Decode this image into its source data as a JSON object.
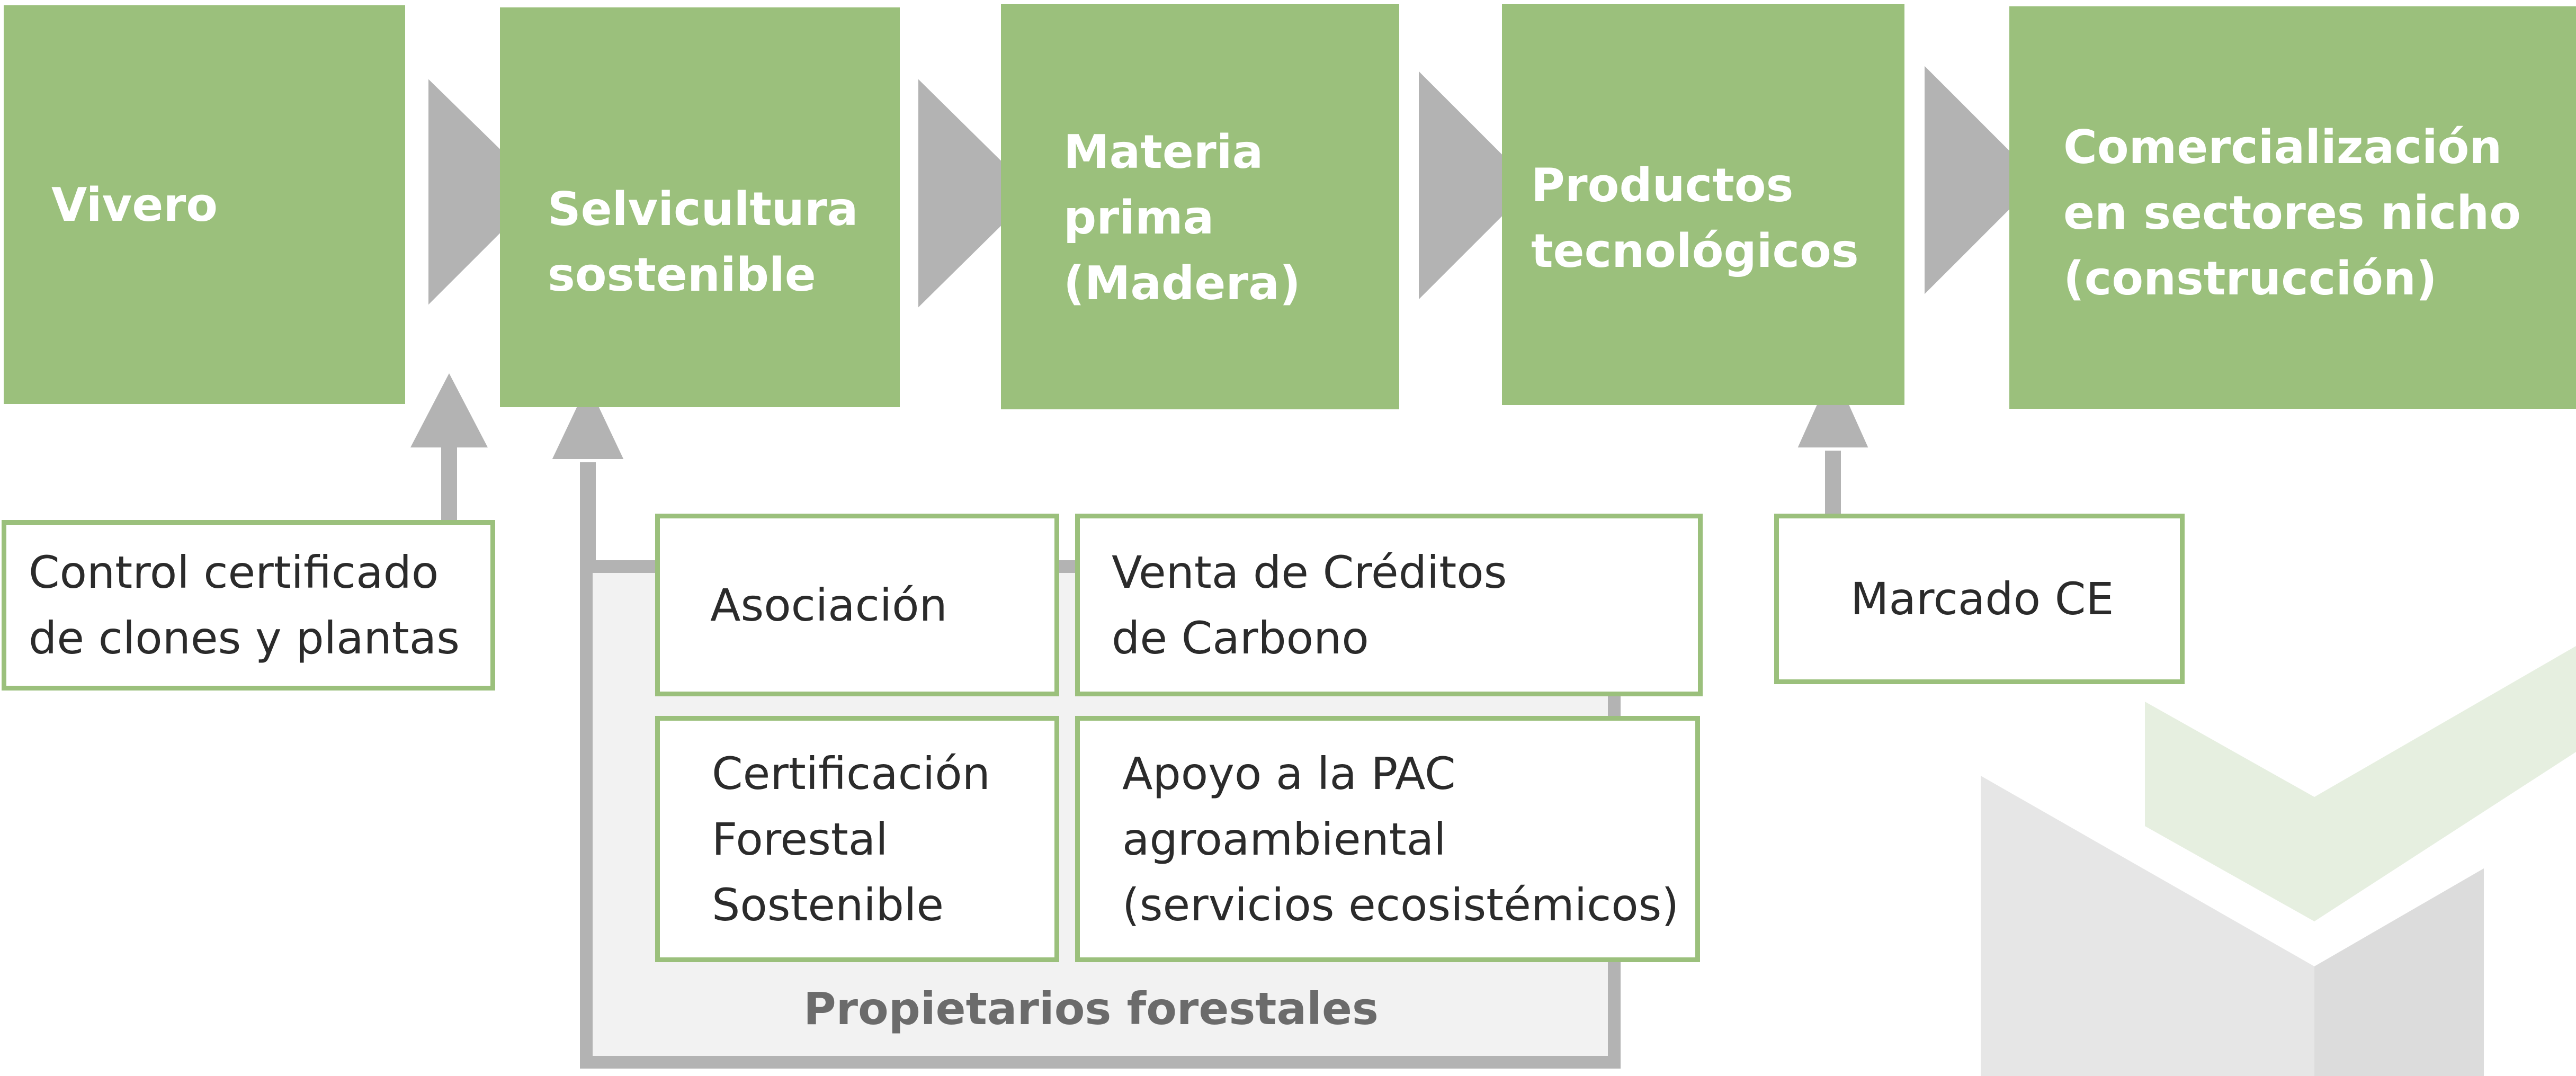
{
  "colors": {
    "stage_fill": "#9bc07c",
    "arrow_gray": "#b3b3b3",
    "panel_fill": "#f2f2f2",
    "owner_text": "#6b6b6b"
  },
  "stages": [
    {
      "id": "vivero",
      "label": "Vivero"
    },
    {
      "id": "selvicultura",
      "label": "Selvicultura\nsostenible"
    },
    {
      "id": "materia",
      "label": "Materia\nprima\n(Madera)"
    },
    {
      "id": "productos",
      "label": "Productos\ntecnológicos"
    },
    {
      "id": "comercializacion",
      "label": "Comercialización\nen sectores nicho\n(construcción)"
    }
  ],
  "inputs": {
    "control": "Control certificado\nde clones y plantas",
    "marcado": "Marcado CE"
  },
  "owners": {
    "label": "Propietarios forestales",
    "items": [
      "Asociación",
      "Venta de Créditos\nde Carbono",
      "Certificación\nForestal\nSostenible",
      "Apoyo a la PAC\nagroambiental\n(servicios ecosistémicos)"
    ]
  }
}
